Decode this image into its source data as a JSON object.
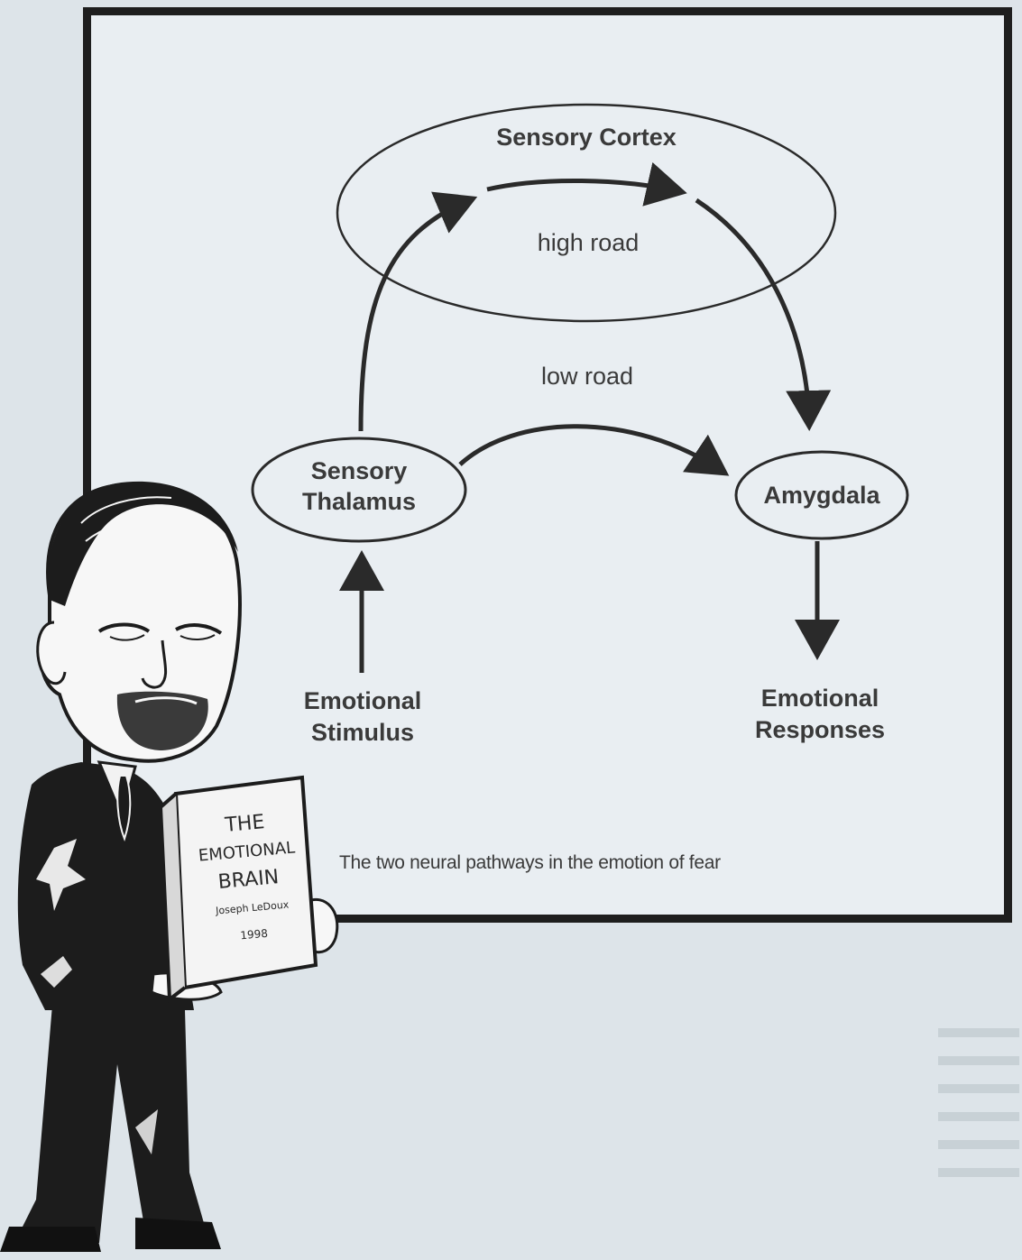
{
  "nodes": {
    "sensory_cortex": "Sensory Cortex",
    "sensory_thalamus_line1": "Sensory",
    "sensory_thalamus_line2": "Thalamus",
    "amygdala": "Amygdala",
    "emotional_stimulus_line1": "Emotional",
    "emotional_stimulus_line2": "Stimulus",
    "emotional_responses_line1": "Emotional",
    "emotional_responses_line2": "Responses"
  },
  "edges": {
    "high_road": "high road",
    "low_road": "low road"
  },
  "caption": "The two neural pathways in the emotion of fear",
  "book": {
    "line1": "THE",
    "line2": "EMOTIONAL",
    "line3": "BRAIN",
    "author": "Joseph LeDoux",
    "year": "1998"
  },
  "colors": {
    "background": "#dde4e9",
    "frame_fill": "#e9eef2",
    "ink": "#1e1e1e"
  }
}
